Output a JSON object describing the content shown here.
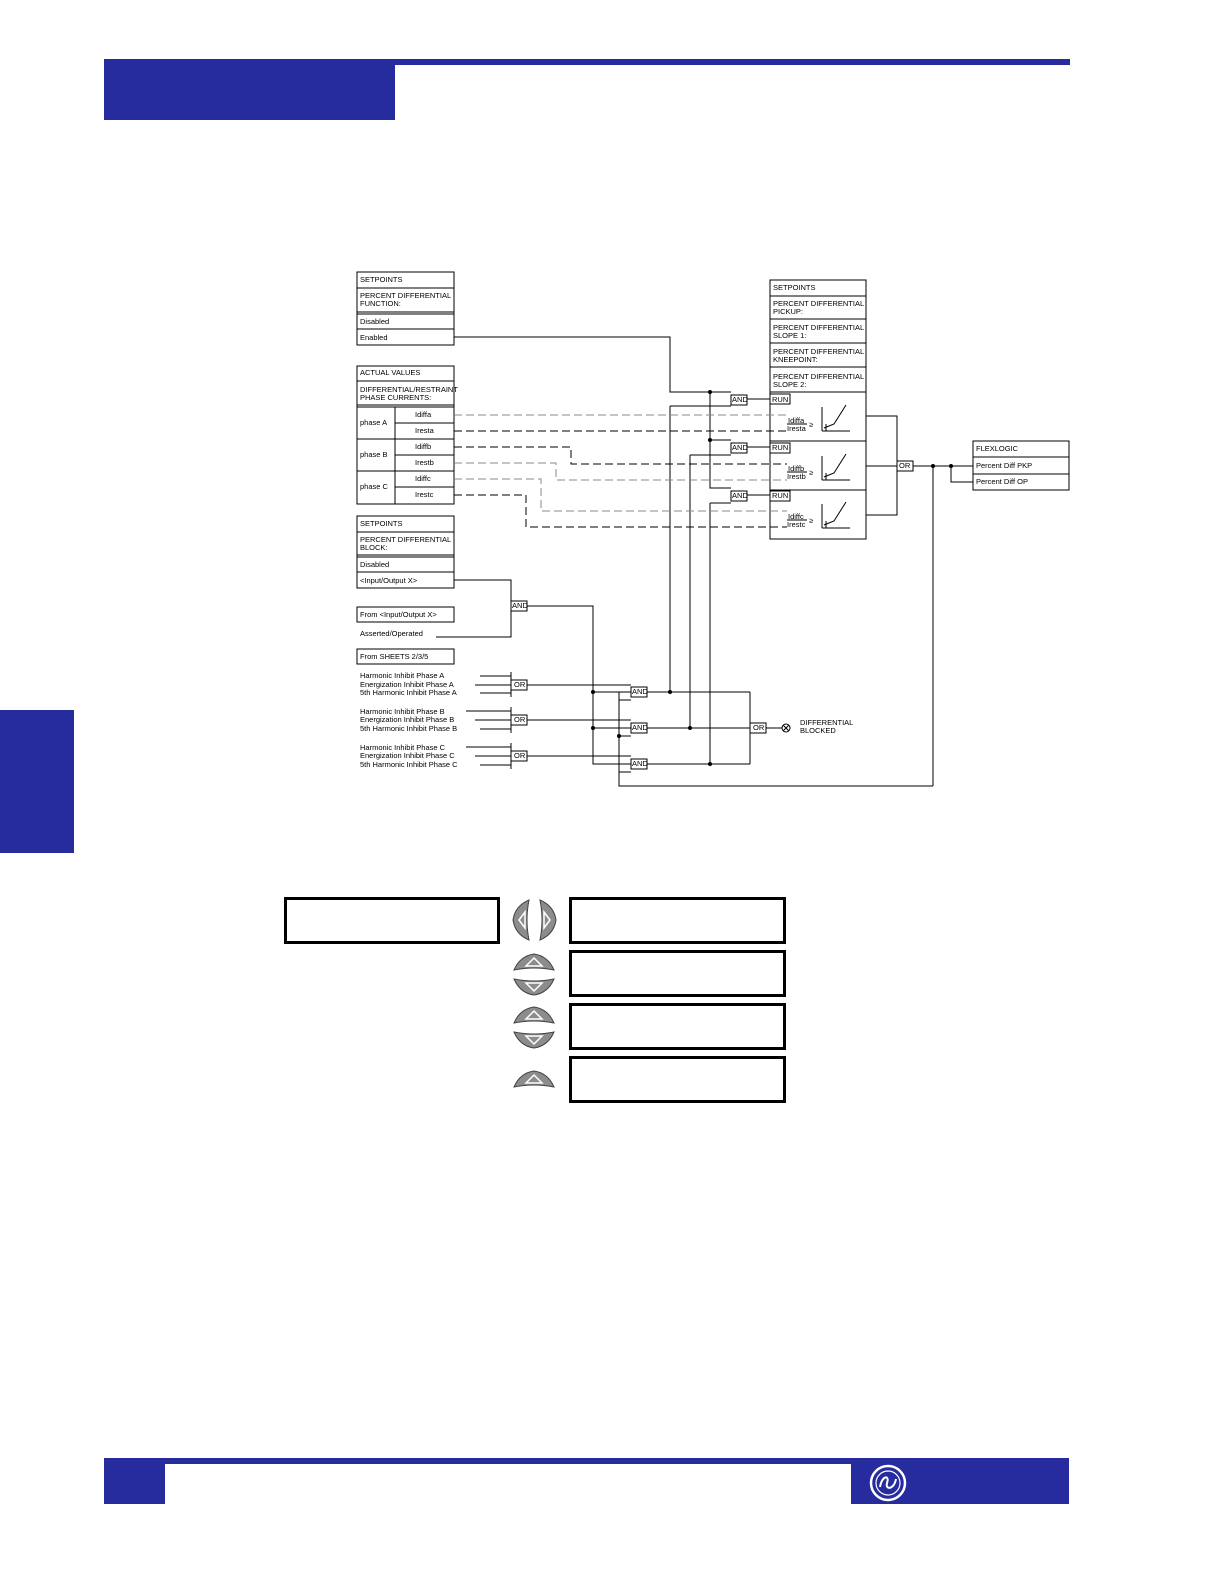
{
  "colors": {
    "brand_blue": "#262b9e",
    "line": "#000000",
    "key_grey": "#8c8c8c"
  },
  "icons": {
    "left_key": "arrow-left-key-icon",
    "right_key": "arrow-right-key-icon",
    "up_key": "arrow-up-key-icon",
    "down_key": "arrow-down-key-icon",
    "logo": "ge-logo-icon",
    "blocked_symbol": "circle-x-icon"
  },
  "setpoints_function": {
    "header": "SETPOINTS",
    "title_line1": "PERCENT  DIFFERENTIAL",
    "title_line2": "FUNCTION:",
    "opt_disabled": "Disabled",
    "opt_enabled": "Enabled"
  },
  "actual_values": {
    "header": "ACTUAL  VALUES",
    "title_line1": "DIFFERENTIAL/RESTRAINT",
    "title_line2": "PHASE  CURRENTS:",
    "phase_a": "phase  A",
    "phase_b": "phase  B",
    "phase_c": "phase  C",
    "idiffa": "Idiffa",
    "iresta": "Iresta",
    "idiffb": "Idiffb",
    "irestb": "Irestb",
    "idiffc": "Idiffc",
    "irestc": "Irestc"
  },
  "setpoints_block": {
    "header": "SETPOINTS",
    "title_line1": "PERCENT  DIFFERENTIAL",
    "title_line2": "BLOCK:",
    "opt_disabled": "Disabled",
    "opt_io": "<Input/Output  X>"
  },
  "from_io": {
    "label": "From  <Input/Output  X>",
    "asserted": "Asserted/Operated"
  },
  "from_sheets": {
    "label": "From  SHEETS  2/3/5",
    "a1": "Harmonic  Inhibit  Phase  A",
    "a2": "Energization  Inhibit  Phase  A",
    "a3": "5th  Harmonic  Inhibit  Phase  A",
    "b1": "Harmonic  Inhibit  Phase  B",
    "b2": "Energization  Inhibit  Phase  B",
    "b3": "5th  Harmonic  Inhibit  Phase  B",
    "c1": "Harmonic  Inhibit  Phase  C",
    "c2": "Energization  Inhibit  Phase  C",
    "c3": "5th  Harmonic  Inhibit  Phase  C"
  },
  "setpoints_right": {
    "header": "SETPOINTS",
    "pickup_1": "PERCENT  DIFFERENTIAL",
    "pickup_2": "PICKUP:",
    "slope1_1": "PERCENT  DIFFERENTIAL",
    "slope1_2": "SLOPE  1:",
    "knee_1": "PERCENT  DIFFERENTIAL",
    "knee_2": "KNEEPOINT:",
    "slope2_1": "PERCENT  DIFFERENTIAL",
    "slope2_2": "SLOPE  2:",
    "run": "RUN",
    "ratio_a_top": "Idiffa",
    "ratio_a_bot": "Iresta",
    "ratio_b_top": "Idiffb",
    "ratio_b_bot": "Irestb",
    "ratio_c_top": "Idiffc",
    "ratio_c_bot": "Irestc",
    "geq": "≥"
  },
  "gates": {
    "and": "AND",
    "or": "OR"
  },
  "flexlogic": {
    "header": "FLEXLOGIC",
    "pkp": "Percent  Diff  PKP",
    "op": "Percent  Diff  OP"
  },
  "output": {
    "line1": "DIFFERENTIAL",
    "line2": "BLOCKED"
  }
}
